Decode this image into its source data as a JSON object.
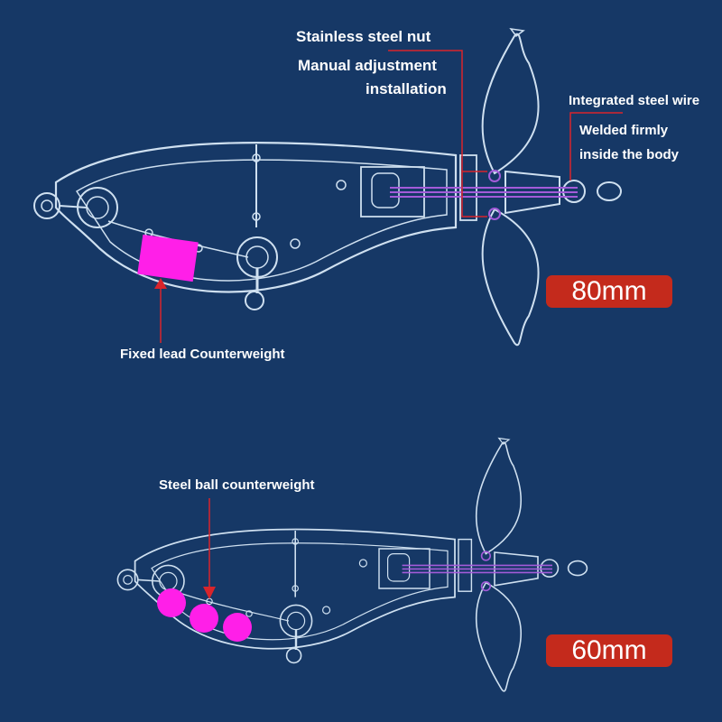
{
  "labels": {
    "nut": "Stainless steel nut",
    "manual_1": "Manual adjustment",
    "manual_2": "installation",
    "wire_1": "Integrated steel wire",
    "wire_2": "Welded firmly",
    "wire_3": "inside the body",
    "lead": "Fixed lead Counterweight",
    "steel_ball": "Steel ball counterweight"
  },
  "sizes": {
    "large": "80mm",
    "small": "60mm"
  },
  "colors": {
    "background": "#163866",
    "outline": "#cfe0f0",
    "callout": "#d8242b",
    "weight": "#ff1fe8",
    "wire": "#a35bd9",
    "badge": "#c42a1c"
  }
}
